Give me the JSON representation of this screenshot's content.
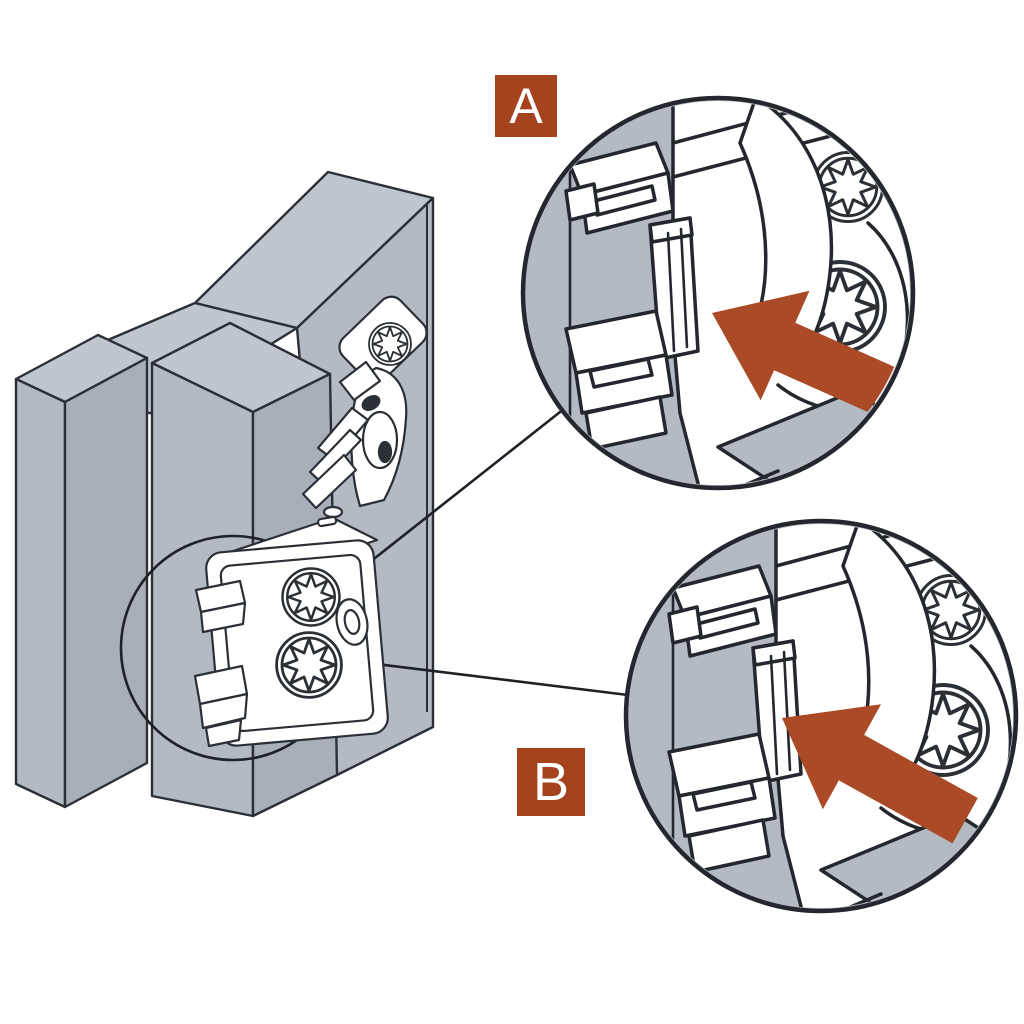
{
  "diagram": {
    "callouts": [
      {
        "id": "A",
        "label": "A"
      },
      {
        "id": "B",
        "label": "B"
      }
    ],
    "colors": {
      "label_bg": "#a5431f",
      "label_text": "#ffffff",
      "arrow": "#ab4a26",
      "wood_front": "#b3bac1",
      "wood_top": "#c0c6cd",
      "wood_side": "#a8afb7",
      "outline": "#2b3036",
      "hinge_fill": "#ffffff",
      "background": "#ffffff"
    },
    "icons": [
      "push-direction-arrow-icon",
      "pozidriv-screw-icon",
      "magnifier-callout-circle",
      "hinge-clip",
      "cabinet-frame"
    ]
  }
}
